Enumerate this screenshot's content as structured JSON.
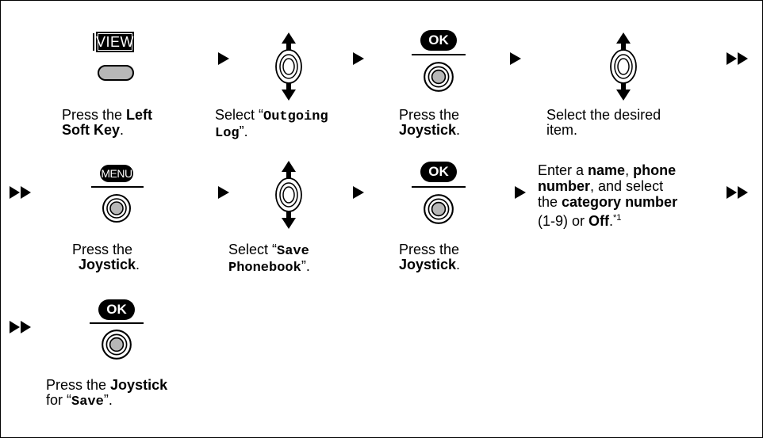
{
  "labels": {
    "view_key": "VIEW",
    "ok_key": "OK",
    "menu_key": "MENU"
  },
  "steps": {
    "s1": {
      "pre": "Press the ",
      "b1": "Left",
      "b2": "Soft Key",
      "post": "."
    },
    "s2": {
      "pre": "Select “",
      "code1": "Outgoing",
      "code2": "Log",
      "post": "”."
    },
    "s3": {
      "pre": "Press the",
      "bold": "Joystick",
      "post": "."
    },
    "s4": {
      "line1": "Select the desired",
      "line2": "item."
    },
    "s5": {
      "pre": "Press the",
      "bold": "Joystick",
      "post": "."
    },
    "s6": {
      "pre": "Select “",
      "code1": "Save",
      "code2": "Phonebook",
      "post": "”."
    },
    "s7": {
      "pre": "Press the",
      "bold": "Joystick",
      "post": "."
    },
    "s8": {
      "t1": "Enter a ",
      "b1": "name",
      "t2": ", ",
      "b2": "phone",
      "b3": "number",
      "t3": ", and select",
      "t4": "the ",
      "b4": "category number",
      "t5": "(1-9) or ",
      "b5": "Off",
      "t6": ".",
      "sup": "*1"
    },
    "s9": {
      "pre": "Press the ",
      "bold": "Joystick",
      "t2": "for “",
      "code": "Save",
      "post": "”."
    }
  },
  "icons": {
    "arrow": "arrow-right-icon",
    "double_arrow": "double-arrow-right-icon",
    "joystick": "joystick-icon",
    "joystick_updown": "joystick-up-down-icon"
  },
  "colors": {
    "key_fill": "#000000",
    "soft_key_fill": "#b7b7b7"
  }
}
